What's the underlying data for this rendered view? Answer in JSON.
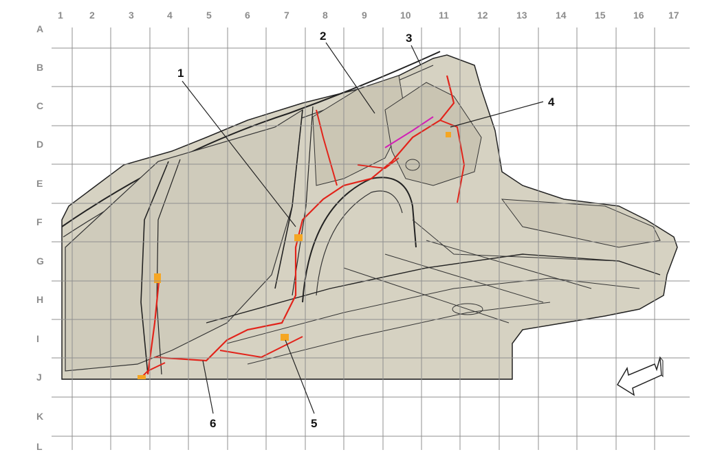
{
  "grid": {
    "columns": [
      "1",
      "2",
      "3",
      "4",
      "5",
      "6",
      "7",
      "8",
      "9",
      "10",
      "11",
      "12",
      "13",
      "14",
      "15",
      "16",
      "17"
    ],
    "rows": [
      "A",
      "B",
      "C",
      "D",
      "E",
      "F",
      "G",
      "H",
      "I",
      "J",
      "K",
      "L"
    ]
  },
  "callouts": [
    "1",
    "2",
    "3",
    "4",
    "5",
    "6"
  ],
  "icons": {
    "direction": "front-direction-arrow-icon"
  },
  "colors": {
    "grid": "#8f8f8f",
    "body_fill": "#d6d2c2",
    "harness": "#e2231a",
    "connector": "#f5a623",
    "accent_magenta": "#d21fb6"
  }
}
